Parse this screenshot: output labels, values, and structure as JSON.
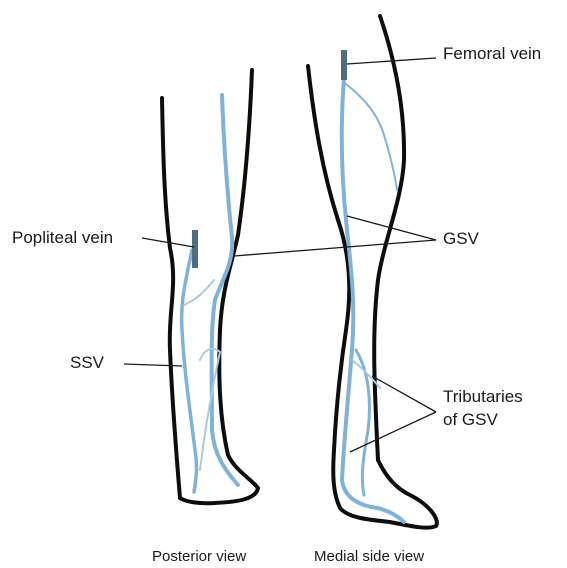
{
  "labels": {
    "femoral_vein": "Femoral vein",
    "popliteal_vein": "Popliteal vein",
    "gsv": "GSV",
    "ssv": "SSV",
    "tributaries_line1": "Tributaries",
    "tributaries_line2": "of GSV"
  },
  "captions": {
    "posterior": "Posterior view",
    "medial": "Medial side view"
  },
  "colors": {
    "outline": "#0d0d0d",
    "vein": "#7fb2d9",
    "deep_vein": "#4f6d80",
    "leader": "#1a1a1a"
  }
}
